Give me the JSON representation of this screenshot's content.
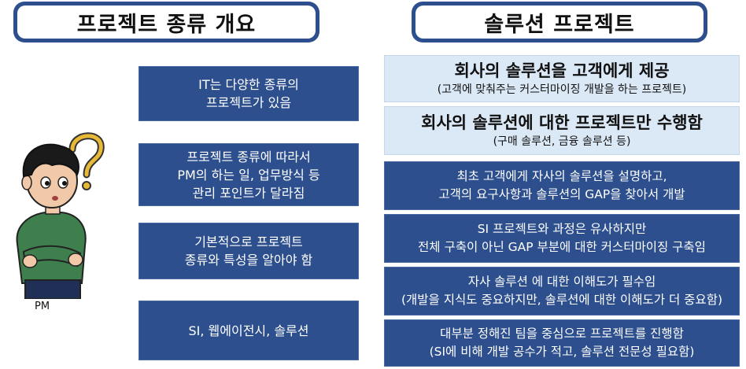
{
  "left_header": "프로젝트 종류 개요",
  "right_header": "솔루션 프로젝트",
  "character_label": "PM",
  "left_boxes": [
    {
      "line1": "IT는 다양한 종류의",
      "line2": "프로젝트가 있음",
      "line3": ""
    },
    {
      "line1": "프로젝트 종류에 따라서",
      "line2": "PM의 하는 일, 업무방식 등",
      "line3": "관리 포인트가 달라짐"
    },
    {
      "line1": "기본적으로 프로젝트",
      "line2": "종류와 특성을 알아야 함",
      "line3": ""
    },
    {
      "line1": "SI, 웹에이전시, 솔루션",
      "line2": "",
      "line3": ""
    }
  ],
  "highlight_boxes": [
    {
      "main": "회사의 솔루션을 고객에게 제공",
      "sub": "(고객에 맞춰주는 커스터마이징 개발을 하는 프로젝트)"
    },
    {
      "main": "회사의 솔루션에 대한 프로젝트만 수행함",
      "sub": "(구매 솔루션, 금융 솔루션 등)"
    }
  ],
  "right_boxes": [
    {
      "line1": "최초 고객에게 자사의 솔루션을 설명하고,",
      "line2": "고객의 요구사항과 솔루션의 GAP을 찾아서 개발"
    },
    {
      "line1": "SI 프로젝트와 과정은 유사하지만",
      "line2": "전체 구축이 아닌 GAP 부분에 대한 커스터마이징 구축임"
    },
    {
      "line1": "자사 솔루션 에 대한 이해도가 필수임",
      "line2": "(개발을 지식도 중요하지만, 솔루션에 대한 이해도가 더 중요함)"
    },
    {
      "line1": "대부분 정해진 팀을 중심으로 프로젝트를 진행함",
      "line2": "(SI에 비해 개발 공수가 적고, 솔루션 전문성 필요함)"
    }
  ],
  "colors": {
    "box_blue": "#2d4f8e",
    "highlight": "#dbe8f6",
    "qmark": "#e8b838"
  }
}
